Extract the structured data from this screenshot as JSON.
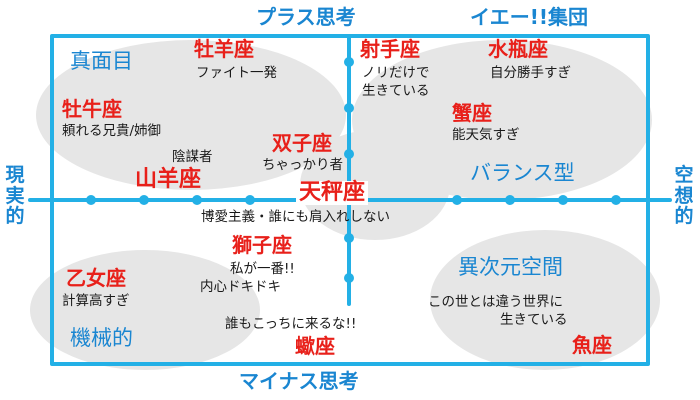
{
  "axes": {
    "top": "プラス思考",
    "bottom": "マイナス思考",
    "left": [
      "現",
      "実",
      "的"
    ],
    "right": [
      "空",
      "想",
      "的"
    ]
  },
  "group_label": "イエー!!集団",
  "categories": {
    "top_left": "真面目",
    "right_middle": "バランス型",
    "bottom_right": "異次元空間",
    "bottom_left": "機械的"
  },
  "signs": [
    {
      "id": "aries",
      "name": "牡羊座",
      "desc": [
        "ファイト一発"
      ]
    },
    {
      "id": "taurus",
      "name": "牡牛座",
      "desc": [
        "頼れる兄貴/姉御"
      ]
    },
    {
      "id": "sagittarius",
      "name": "射手座",
      "desc": [
        "ノリだけで",
        "生きている"
      ]
    },
    {
      "id": "aquarius",
      "name": "水瓶座",
      "desc": [
        "自分勝手すぎ"
      ]
    },
    {
      "id": "cancer",
      "name": "蟹座",
      "desc": [
        "能天気すぎ"
      ]
    },
    {
      "id": "gemini",
      "name": "双子座",
      "desc": [
        "ちゃっかり者"
      ]
    },
    {
      "id": "capricorn",
      "name": "山羊座",
      "desc": [
        "陰謀者"
      ]
    },
    {
      "id": "libra",
      "name": "天秤座",
      "desc": [
        "博愛主義・誰にも肩入れしない"
      ]
    },
    {
      "id": "leo",
      "name": "獅子座",
      "desc": [
        "私が一番!!",
        "内心ドキドキ"
      ]
    },
    {
      "id": "virgo",
      "name": "乙女座",
      "desc": [
        "計算高すぎ"
      ]
    },
    {
      "id": "scorpio",
      "name": "蠍座",
      "desc": [
        "誰もこっちに来るな!!"
      ]
    },
    {
      "id": "pisces",
      "name": "魚座",
      "desc": [
        "この世とは違う世界に",
        "生きている"
      ]
    }
  ],
  "colors": {
    "frame": "#23b0e6",
    "label_blue": "#1a86d1",
    "sign_red": "#e8201a",
    "blob_gray": "#e6e6e6"
  }
}
